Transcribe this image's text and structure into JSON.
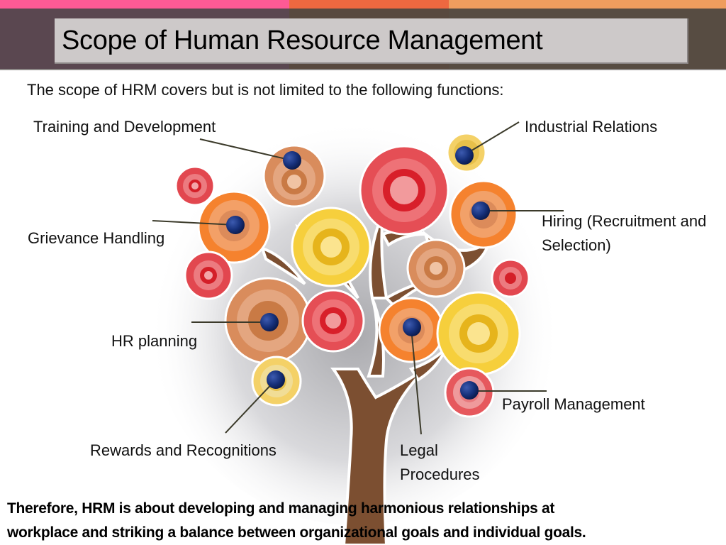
{
  "slide": {
    "title": "Scope of Human Resource Management",
    "intro": "The scope of HRM covers but is not limited to the following functions:",
    "conclusion_line1": "Therefore, HRM is about developing and managing harmonious relationships at",
    "conclusion_line2": "workplace and striking a balance between organizational goals and individual goals."
  },
  "theme": {
    "topbar_colors": [
      "#fd5a95",
      "#ee6840",
      "#ef9d5e"
    ],
    "header_band_colors": [
      "#5a4750",
      "#58493f",
      "#574c42"
    ],
    "title_box_color": "#cdc9c9",
    "marker_color": "#16307a",
    "trunk_color": "#7c4f31"
  },
  "functions": [
    {
      "id": "training",
      "label": "Training and Development"
    },
    {
      "id": "industrial",
      "label": "Industrial Relations"
    },
    {
      "id": "grievance",
      "label": "Grievance Handling"
    },
    {
      "id": "hiring",
      "label_line1": "Hiring (Recruitment and",
      "label_line2": "Selection)"
    },
    {
      "id": "hr_planning",
      "label": "HR planning"
    },
    {
      "id": "payroll",
      "label": "Payroll Management"
    },
    {
      "id": "rewards",
      "label": "Rewards and Recognitions"
    },
    {
      "id": "legal",
      "label_line1": "Legal",
      "label_line2": "Procedures"
    }
  ]
}
